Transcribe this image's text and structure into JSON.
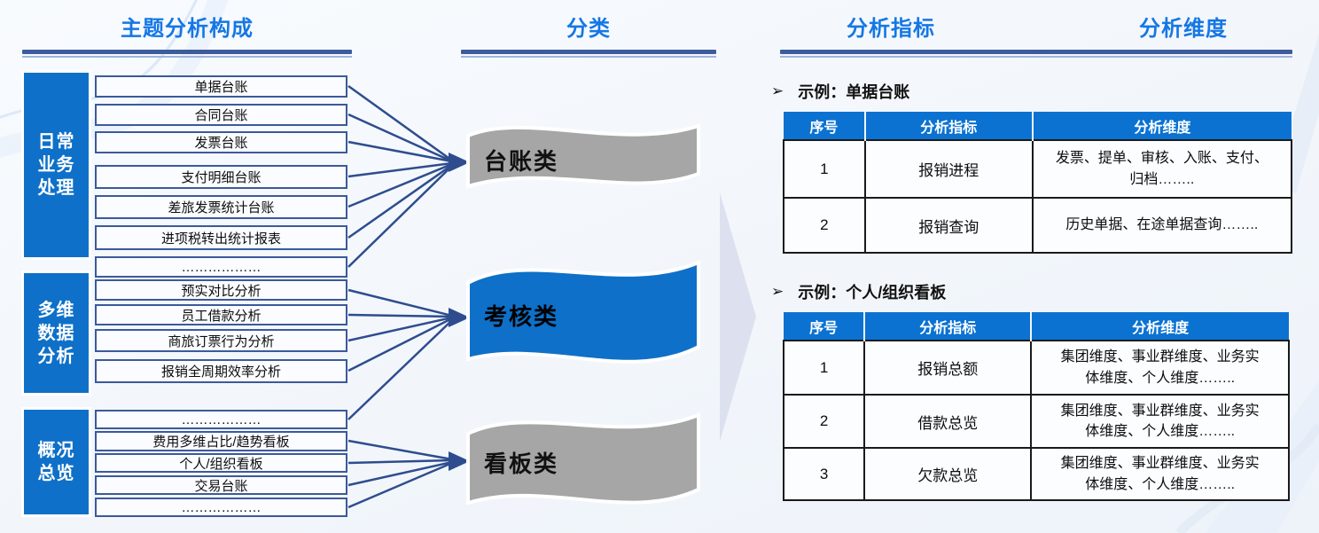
{
  "colors": {
    "accent_blue": "#0e70c8",
    "title_blue": "#1577e5",
    "navy_line": "#2e4d8e",
    "banner_gray": "#a6a6a6",
    "table_header_blue": "#0b72d2"
  },
  "left": {
    "title": "主题分析构成",
    "groups": [
      {
        "lines": [
          "日常",
          "业务",
          "处理"
        ]
      },
      {
        "lines": [
          "多维",
          "数据",
          "分析"
        ]
      },
      {
        "lines": [
          "概况",
          "总览"
        ]
      }
    ],
    "items": [
      "单据台账",
      "合同台账",
      "发票台账",
      "支付明细台账",
      "差旅发票统计台账",
      "进项税转出统计报表",
      "………………",
      "预实对比分析",
      "员工借款分析",
      "商旅订票行为分析",
      "报销全周期效率分析",
      "………………",
      "费用多维占比/趋势看板",
      "个人/组织看板",
      "交易台账",
      "………………"
    ]
  },
  "middle": {
    "title": "分类",
    "banners": [
      {
        "label": "台账类",
        "color": "#a6a6a6"
      },
      {
        "label": "考核类",
        "color": "#0e70c8"
      },
      {
        "label": "看板类",
        "color": "#a6a6a6"
      }
    ]
  },
  "right": {
    "title_left": "分析指标",
    "title_right": "分析维度",
    "sections": [
      {
        "bullet": "➢",
        "heading": "示例：单据台账",
        "table": {
          "headers": [
            "序号",
            "分析指标",
            "分析维度"
          ],
          "rows": [
            [
              "1",
              "报销进程",
              "发票、提单、审核、入账、支付、\n归档…….."
            ],
            [
              "2",
              "报销查询",
              "历史单据、在途单据查询…….."
            ]
          ]
        }
      },
      {
        "bullet": "➢",
        "heading": "示例：个人/组织看板",
        "table": {
          "headers": [
            "序号",
            "分析指标",
            "分析维度"
          ],
          "rows": [
            [
              "1",
              "报销总额",
              "集团维度、事业群维度、业务实\n体维度、个人维度…….."
            ],
            [
              "2",
              "借款总览",
              "集团维度、事业群维度、业务实\n体维度、个人维度…….."
            ],
            [
              "3",
              "欠款总览",
              "集团维度、事业群维度、业务实\n体维度、个人维度…….."
            ]
          ]
        }
      }
    ]
  }
}
